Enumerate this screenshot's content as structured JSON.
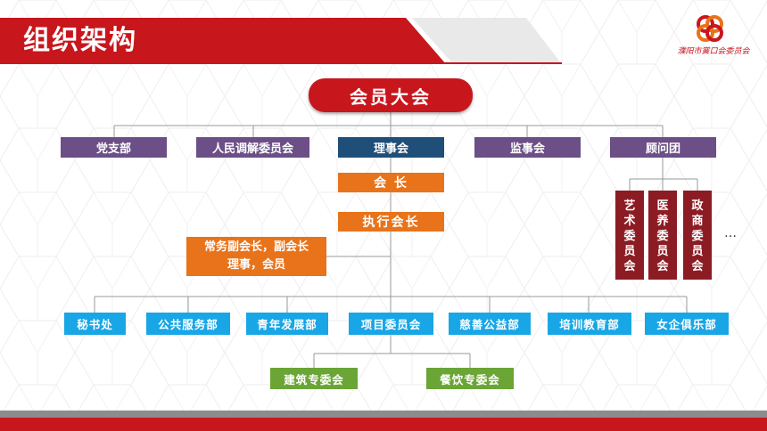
{
  "header": {
    "title": "组织架构",
    "org_name": "濮阳市黉口会委员会"
  },
  "diagram": {
    "top": "会员大会",
    "level1": [
      "党支部",
      "人民调解委员会",
      "理事会",
      "监事会",
      "顾问团"
    ],
    "president": "会 长",
    "executive": "执行会长",
    "vice_line1": "常务副会长，副会长",
    "vice_line2": "理事，会员",
    "advisors": [
      [
        "艺",
        "术",
        "委",
        "员",
        "会"
      ],
      [
        "医",
        "养",
        "委",
        "员",
        "会"
      ],
      [
        "政",
        "商",
        "委",
        "员",
        "会"
      ]
    ],
    "advisors_more": "…",
    "departments": [
      "秘书处",
      "公共服务部",
      "青年发展部",
      "项目委员会",
      "慈善公益部",
      "培训教育部",
      "女企俱乐部"
    ],
    "sub_committees": [
      "建筑专委会",
      "餐饮专委会"
    ]
  },
  "colors": {
    "brand_red": "#c8161d",
    "purple": "#6b4f86",
    "navy": "#1f4e79",
    "orange": "#e8731a",
    "blue": "#18a6e6",
    "green": "#6aa535",
    "dark_red": "#8c1c23"
  },
  "icons": {
    "logo": "interlocked-rings-logo-icon"
  }
}
